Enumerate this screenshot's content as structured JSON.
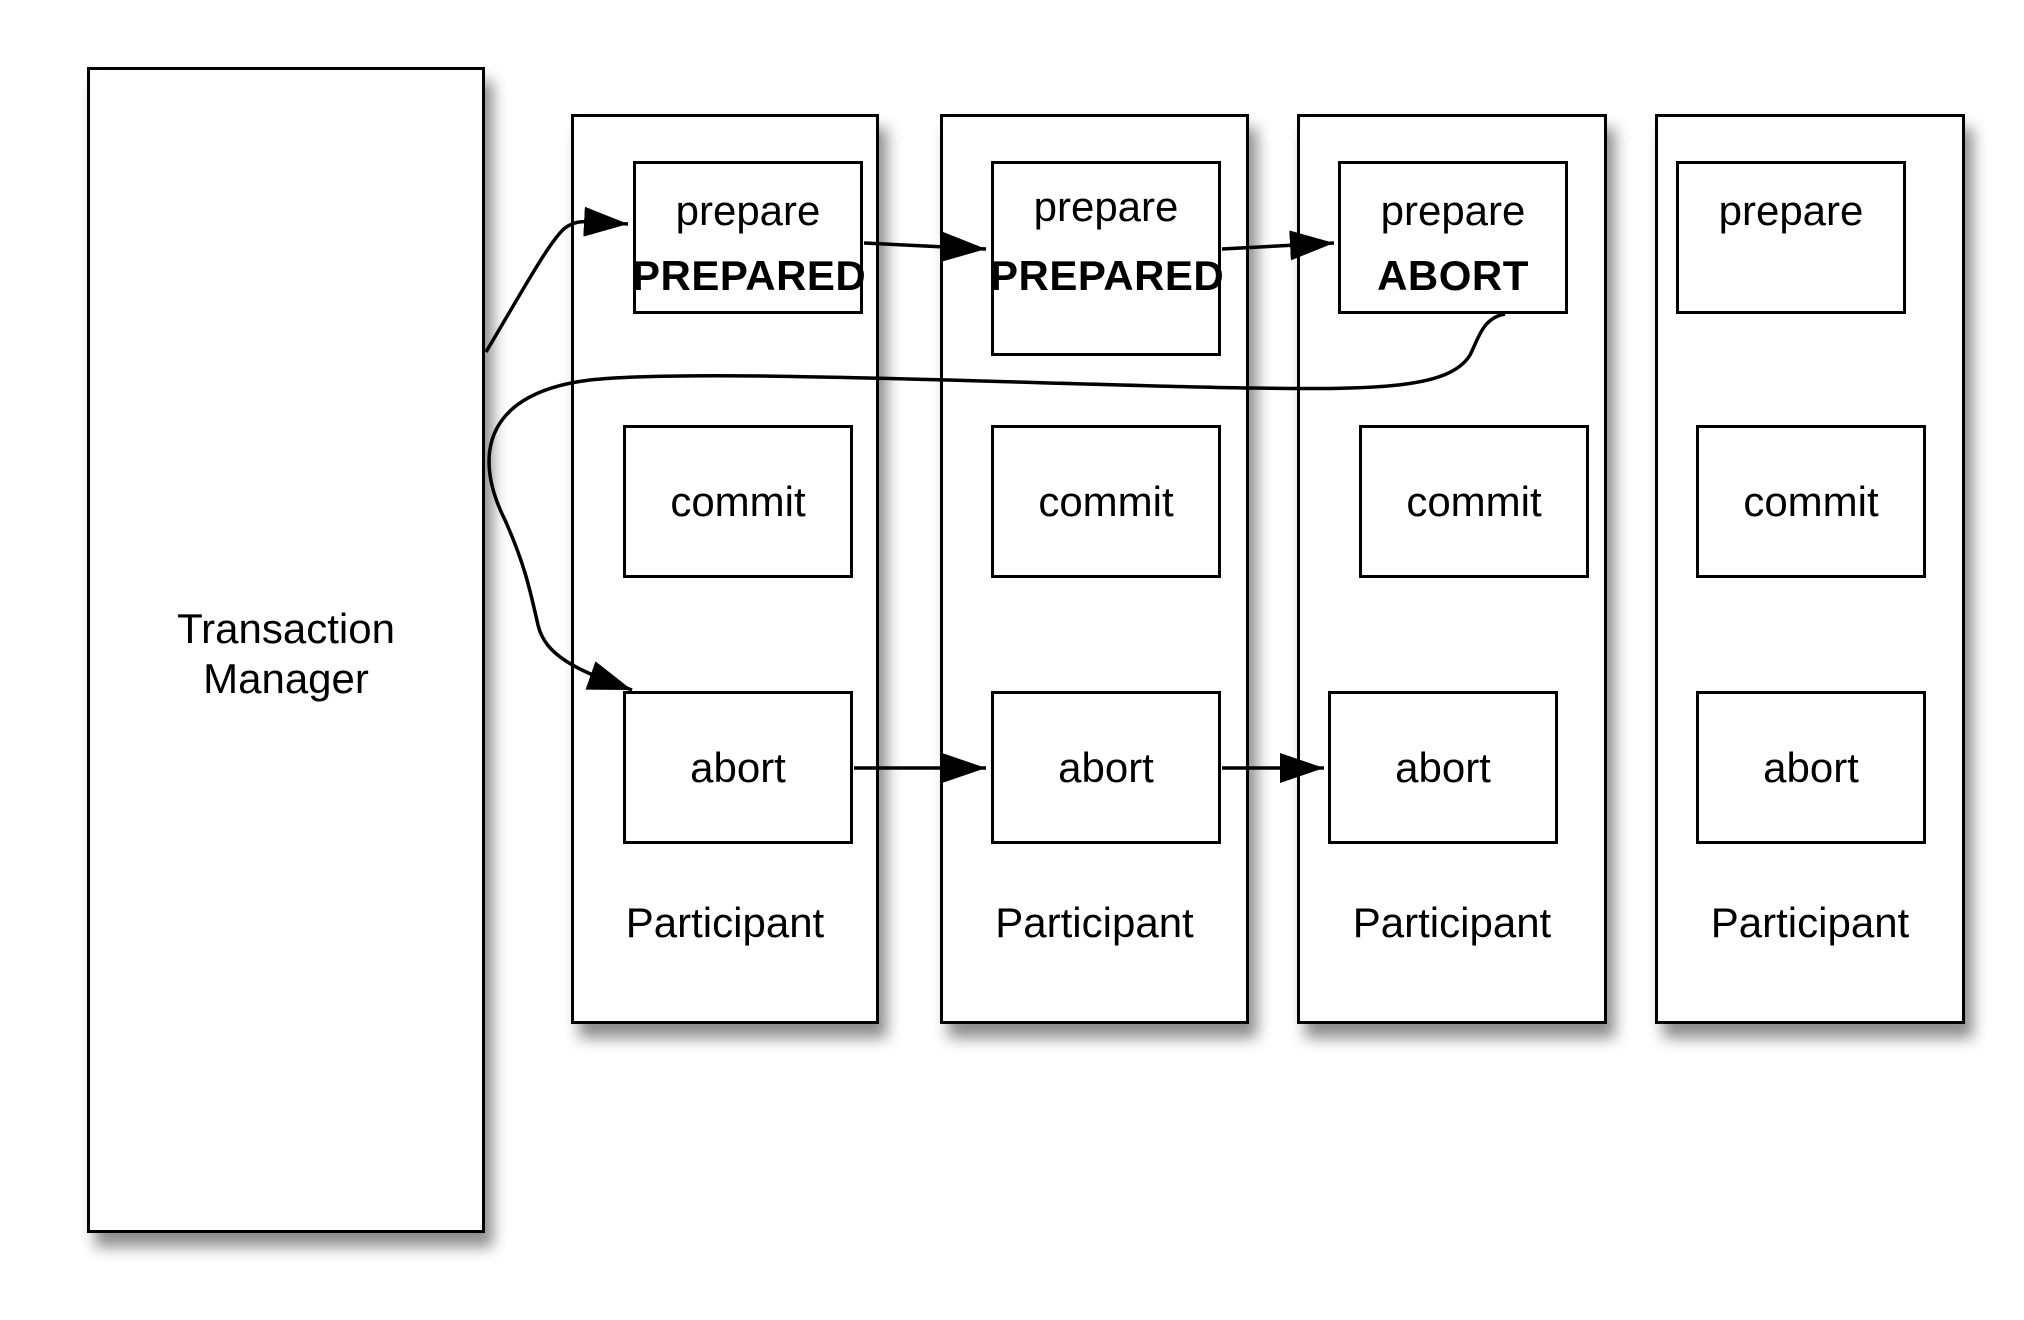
{
  "manager": {
    "label_line1": "Transaction",
    "label_line2": "Manager"
  },
  "participants": [
    {
      "label": "Participant",
      "prepare": "prepare",
      "prepare_state": "PREPARED",
      "commit": "commit",
      "abort": "abort"
    },
    {
      "label": "Participant",
      "prepare": "prepare",
      "prepare_state": "PREPARED",
      "commit": "commit",
      "abort": "abort"
    },
    {
      "label": "Participant",
      "prepare": "prepare",
      "prepare_state": "ABORT",
      "commit": "commit",
      "abort": "abort"
    },
    {
      "label": "Participant",
      "prepare": "prepare",
      "prepare_state": "",
      "commit": "commit",
      "abort": "abort"
    }
  ]
}
